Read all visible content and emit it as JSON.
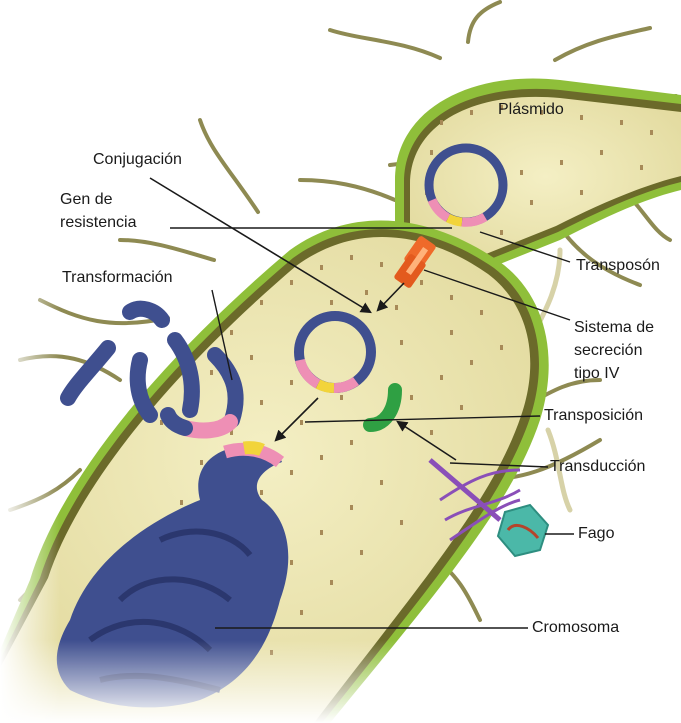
{
  "labels": {
    "plasmid": "Plásmido",
    "conjugation": "Conjugación",
    "resistance_gene_line1": "Gen de",
    "resistance_gene_line2": "resistencia",
    "transposon": "Transposón",
    "transformation": "Transformación",
    "secretion_line1": "Sistema de",
    "secretion_line2": "secreción",
    "secretion_line3": "tipo IV",
    "transposition": "Transposición",
    "transduction": "Transducción",
    "phage": "Fago",
    "chromosome": "Cromosoma"
  },
  "colors": {
    "cytoplasm": "#ece6b2",
    "membrane_outer": "#8fbf3a",
    "membrane_inner": "#6b6a2a",
    "dna": "#3f4f8f",
    "dna_dark": "#2b376e",
    "resistance_gene": "#f2d43a",
    "transposon": "#ee8fb5",
    "secretion_system": "#ef6a2a",
    "transposon_free": "#2fa043",
    "phage": "#4bb8a8",
    "tail": "#8a4fb8",
    "pili": "#8e8a52"
  }
}
